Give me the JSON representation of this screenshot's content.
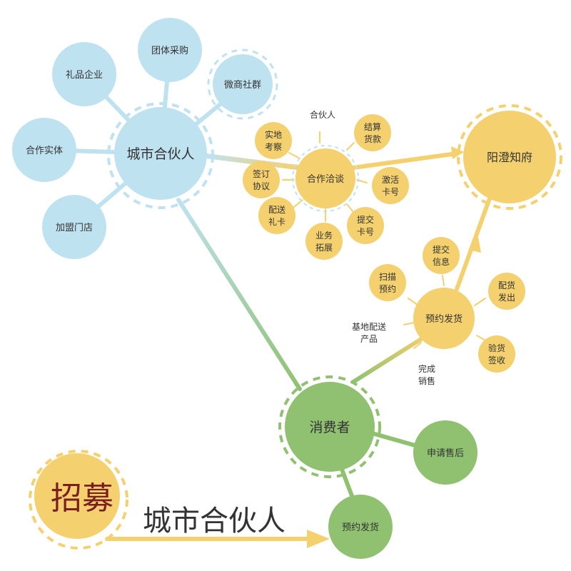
{
  "colors": {
    "blue": "#bfe2f0",
    "yellow": "#f4d06f",
    "green": "#8fc170",
    "text": "#333333",
    "recruit_text": "#7a1f1f"
  },
  "hubs": {
    "city_partner": "城市合伙人",
    "negotiation": "合作洽谈",
    "yangcheng": "阳澄知府",
    "presale": "预约发货",
    "consumer": "消费者"
  },
  "channels": {
    "gift": "礼品企业",
    "group": "团体采购",
    "wechat": "微商社群",
    "entity": "合作实体",
    "franchise": "加盟门店"
  },
  "negotiation_items": {
    "top_label": "合伙人",
    "survey": [
      "实地",
      "考察"
    ],
    "settle": [
      "结算",
      "货款"
    ],
    "sign": [
      "签订",
      "协议"
    ],
    "activate": [
      "激活",
      "卡号"
    ],
    "giftcard": [
      "配送",
      "礼卡"
    ],
    "submit_card": [
      "提交",
      "卡号"
    ],
    "expand": [
      "业务",
      "拓展"
    ]
  },
  "presale_items": {
    "submit_info": [
      "提交",
      "信息"
    ],
    "scan": [
      "扫描",
      "预约"
    ],
    "ship": [
      "配货",
      "发出"
    ],
    "accept": [
      "验货",
      "签收"
    ],
    "base_delivery": [
      "基地配送",
      "产品"
    ],
    "complete": [
      "完成",
      "销售"
    ]
  },
  "consumer_items": {
    "after_sale": "申请售后",
    "book_ship": "预约发货"
  },
  "recruit": {
    "badge": "招募",
    "title": "城市合伙人"
  }
}
